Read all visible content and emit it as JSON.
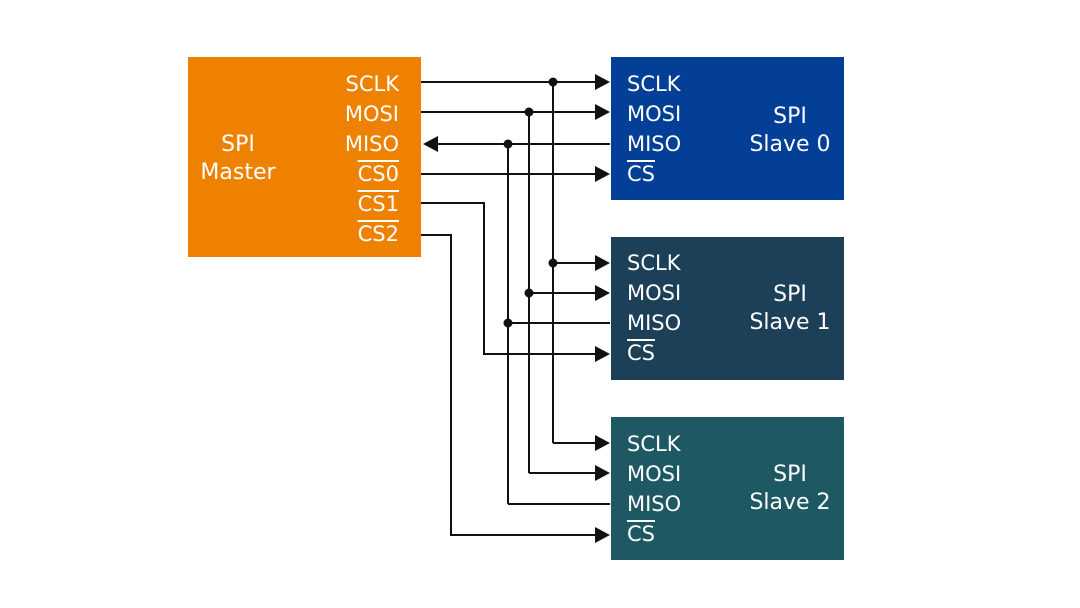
{
  "master": {
    "title_line1": "SPI",
    "title_line2": "Master",
    "color": "#EE8100",
    "signals": [
      {
        "label": "SCLK",
        "active_low": false
      },
      {
        "label": "MOSI",
        "active_low": false
      },
      {
        "label": "MISO",
        "active_low": false
      },
      {
        "label": "CS0",
        "active_low": true
      },
      {
        "label": "CS1",
        "active_low": true
      },
      {
        "label": "CS2",
        "active_low": true
      }
    ]
  },
  "slaves": [
    {
      "title_line1": "SPI",
      "title_line2": "Slave 0",
      "color": "#033F96",
      "signals": [
        {
          "label": "SCLK",
          "active_low": false
        },
        {
          "label": "MOSI",
          "active_low": false
        },
        {
          "label": "MISO",
          "active_low": false
        },
        {
          "label": "CS",
          "active_low": true
        }
      ]
    },
    {
      "title_line1": "SPI",
      "title_line2": "Slave 1",
      "color": "#1B4058",
      "signals": [
        {
          "label": "SCLK",
          "active_low": false
        },
        {
          "label": "MOSI",
          "active_low": false
        },
        {
          "label": "MISO",
          "active_low": false
        },
        {
          "label": "CS",
          "active_low": true
        }
      ]
    },
    {
      "title_line1": "SPI",
      "title_line2": "Slave 2",
      "color": "#1E5963",
      "signals": [
        {
          "label": "SCLK",
          "active_low": false
        },
        {
          "label": "MOSI",
          "active_low": false
        },
        {
          "label": "MISO",
          "active_low": false
        },
        {
          "label": "CS",
          "active_low": true
        }
      ]
    }
  ],
  "wire_color": "#111111"
}
